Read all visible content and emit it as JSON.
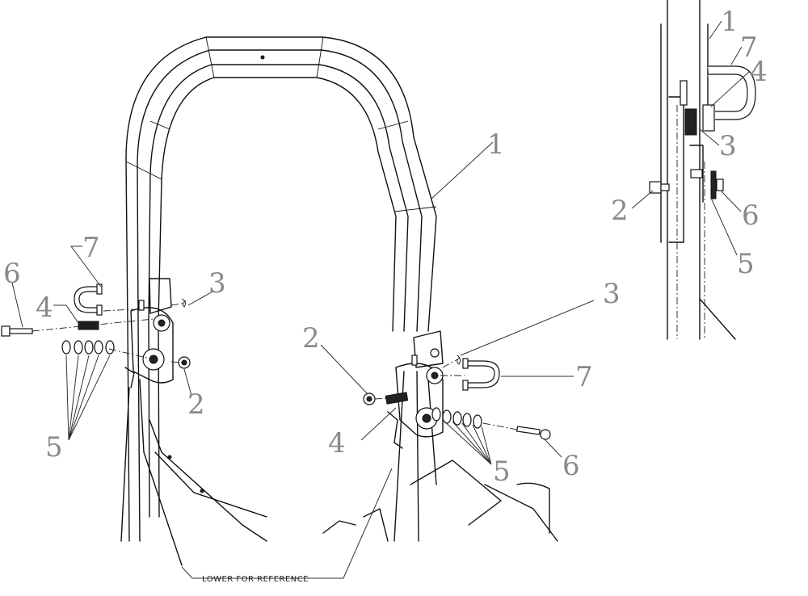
{
  "callouts": {
    "c1": "1",
    "c2": "2",
    "c3": "3",
    "c4": "4",
    "c5": "5",
    "c6": "6",
    "c7": "7"
  },
  "note": "LOWER FOR REFERENCE",
  "colors": {
    "line": "#111111",
    "callout": "#8a8a8a",
    "background": "#ffffff"
  }
}
